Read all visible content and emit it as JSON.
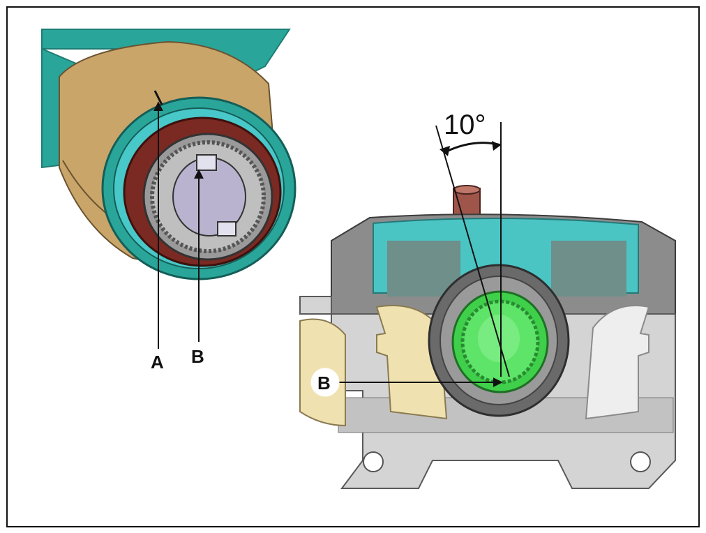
{
  "labels": {
    "left_a": "A",
    "left_b": "B",
    "right_b": "B",
    "angle": "10°"
  },
  "colors": {
    "teal": "#2aa59a",
    "cyan": "#48c8c8",
    "tan": "#c9a56a",
    "maroon": "#7a2a22",
    "grey": "#8c8c8c",
    "light_grey": "#d4d4d4",
    "green": "#3fcf4a",
    "cream": "#f0e2b0",
    "outline": "#111111"
  }
}
